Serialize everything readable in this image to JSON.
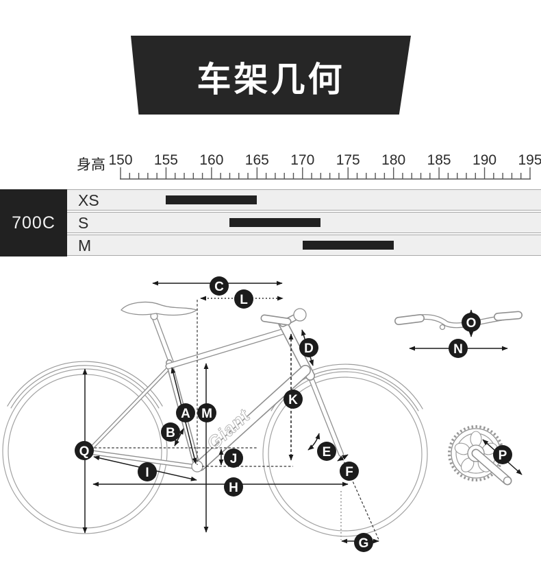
{
  "banner": {
    "title": "车架几何"
  },
  "size_chart": {
    "axis_label": "身高",
    "wheel_label": "700C",
    "scale": {
      "min": 150,
      "max": 195,
      "major_step": 5,
      "minor_step": 1,
      "tick_labels": [
        "150",
        "155",
        "160",
        "165",
        "170",
        "175",
        "180",
        "185",
        "190",
        "195"
      ]
    },
    "rows": [
      {
        "size": "XS",
        "height_range": [
          155,
          165
        ]
      },
      {
        "size": "S",
        "height_range": [
          162,
          172
        ]
      },
      {
        "size": "M",
        "height_range": [
          170,
          180
        ]
      }
    ]
  },
  "bike": {
    "brand": "Giant"
  },
  "geometry": {
    "letters": {
      "A": "A",
      "B": "B",
      "C": "C",
      "D": "D",
      "E": "E",
      "F": "F",
      "G": "G",
      "H": "H",
      "I": "I",
      "J": "J",
      "K": "K",
      "L": "L",
      "M": "M",
      "N": "N",
      "O": "O",
      "P": "P",
      "Q": "Q"
    }
  },
  "colors": {
    "accent_black": "#212121",
    "row_bg": "#efefef",
    "line_gray": "#8f8f8f"
  }
}
